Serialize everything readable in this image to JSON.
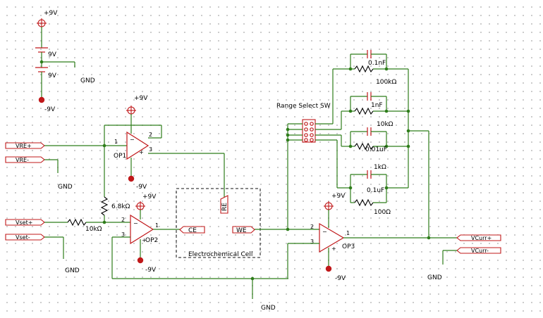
{
  "supplies": {
    "pos_rail": "+9V",
    "neg_rail": "-9V",
    "cell_top": "9V",
    "cell_bottom": "9V",
    "ground": "GND"
  },
  "ports": {
    "vre_plus": "VRE+",
    "vre_minus": "VRE-",
    "vset_plus": "Vset+",
    "vset_minus": "Vset-",
    "vcurr_plus": "VCurr+",
    "vcurr_minus": "VCurr-"
  },
  "opamps": {
    "op1": "OP1",
    "op2": "OP2",
    "op3": "OP3",
    "pin1": "1",
    "pin2": "2",
    "pin3": "3"
  },
  "resistors": {
    "r_fb_op2": "6.8kΩ",
    "r_in_op2": "10kΩ",
    "r_range1": "100kΩ",
    "r_range2": "10kΩ",
    "r_range3": "1kΩ",
    "r_range4": "100Ω"
  },
  "capacitors": {
    "c_range1": "0.1nF",
    "c_range2": "1nF",
    "c_range3": "0.01uF",
    "c_range4": "0.1uF"
  },
  "cell": {
    "title": "Electrochemical Cell",
    "ce": "CE",
    "we": "WE",
    "re": "RE"
  },
  "switch": {
    "label": "Range Select SW"
  }
}
